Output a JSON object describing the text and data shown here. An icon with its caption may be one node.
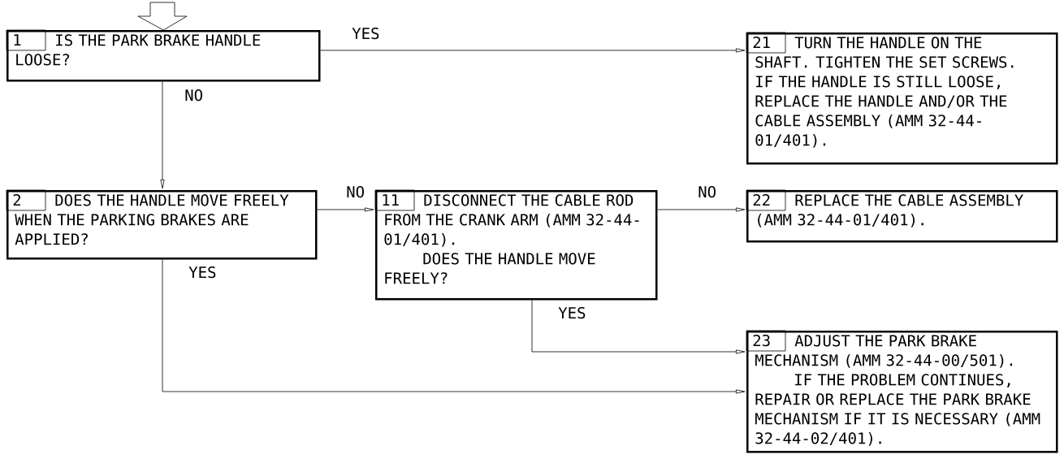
{
  "diagram": {
    "nodes": [
      {
        "text": [
          "1",
          "IS THE PARK BRAKE HANDLE LOOSE?"
        ]
      },
      {
        "text": [
          "21",
          "TURN THE HANDLE ON THE SHAFT. TIGHTEN THE SET SCREWS. IF THE HANDLE IS STILL LOOSE, REPLACE THE HANDLE AND/OR THE CABLE ASSEMBLY (AMM 32-44-01/401)."
        ]
      },
      {
        "text": [
          "2",
          "DOES THE HANDLE MOVE FREELY WHEN THE PARKING BRAKES ARE APPLIED?"
        ]
      },
      {
        "text": [
          "11",
          "DISCONNECT THE CABLE ROD FROM THE CRANK ARM (AMM 32-44-01/401).",
          "DOES THE HANDLE MOVE FREELY?"
        ]
      },
      {
        "text": [
          "22",
          "REPLACE THE CABLE ASSEMBLY (AMM 32-44-01/401)."
        ]
      },
      {
        "text": [
          "23",
          "ADJUST THE PARK BRAKE MECHANISM (AMM 32-44-00/501).",
          "IF THE PROBLEM CONTINUES, REPAIR OR REPLACE THE PARK BRAKE MECHANISM IF IT IS NECESSARY (AMM 32-44-02/401)."
        ]
      }
    ],
    "edges": [
      {
        "from": 0,
        "to": 1,
        "arrow": "to",
        "label": "YES"
      },
      {
        "from": 0,
        "to": 2,
        "arrow": "to",
        "label": "NO"
      },
      {
        "from": 2,
        "to": 3,
        "arrow": "to",
        "label": "NO"
      },
      {
        "from": 3,
        "to": 4,
        "arrow": "to",
        "label": "NO"
      },
      {
        "from": 3,
        "to": 5,
        "arrow": "to",
        "label": "YES"
      },
      {
        "from": 2,
        "to": 5,
        "arrow": "to",
        "label": "YES"
      },
      {
        "from": null,
        "to": 0,
        "arrow": "to"
      }
    ]
  }
}
